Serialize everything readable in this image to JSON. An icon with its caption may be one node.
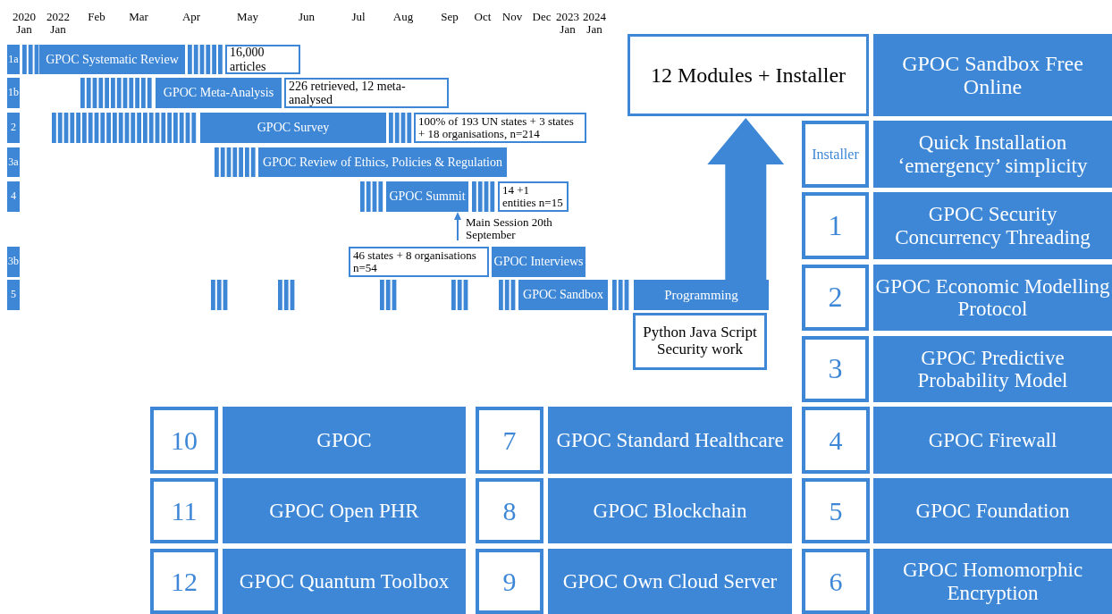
{
  "diagram": {
    "nodes": [
      {
        "text": [
          "1a"
        ]
      },
      {
        "text": [
          "GPOC Systematic Review"
        ]
      },
      {
        "text": [
          "16,000 articles"
        ]
      },
      {
        "text": [
          "1b"
        ]
      },
      {
        "text": [
          "GPOC Meta-Analysis"
        ]
      },
      {
        "text": [
          "226 retrieved, 12 meta-analysed"
        ]
      },
      {
        "text": [
          "2"
        ]
      },
      {
        "text": [
          "GPOC Survey"
        ]
      },
      {
        "text": [
          "100% of 193 UN states + 3 states + 18 organisations, n=214"
        ]
      },
      {
        "text": [
          "3a"
        ]
      },
      {
        "text": [
          "GPOC Review of Ethics, Policies & Regulation"
        ]
      },
      {
        "text": [
          "4"
        ]
      },
      {
        "text": [
          "GPOC Summit"
        ]
      },
      {
        "text": [
          "14 +1 entities n=15"
        ]
      },
      {
        "text": [
          "Main Session 20th September"
        ]
      },
      {
        "text": [
          "3b"
        ]
      },
      {
        "text": [
          "46 states + 8 organisations n=54"
        ]
      },
      {
        "text": [
          "GPOC Interviews"
        ]
      },
      {
        "text": [
          "5"
        ]
      },
      {
        "text": [
          "GPOC Sandbox"
        ]
      },
      {
        "text": [
          "Programming"
        ]
      },
      {
        "text": [
          "Python Java Script Security work"
        ]
      },
      {
        "text": [
          "12 Modules + Installer"
        ]
      },
      {
        "text": [
          "GPOC Sandbox Free Online"
        ]
      },
      {
        "text": [
          "Installer"
        ]
      },
      {
        "text": [
          "Quick Installation ‘emergency’ simplicity"
        ]
      },
      {
        "text": [
          "1"
        ]
      },
      {
        "text": [
          "GPOC Security Concurrency Threading"
        ]
      },
      {
        "text": [
          "2"
        ]
      },
      {
        "text": [
          "GPOC Economic Modelling Protocol"
        ]
      },
      {
        "text": [
          "3"
        ]
      },
      {
        "text": [
          "GPOC Predictive Probability Model"
        ]
      },
      {
        "text": [
          "10"
        ]
      },
      {
        "text": [
          "GPOC"
        ]
      },
      {
        "text": [
          "7"
        ]
      },
      {
        "text": [
          "GPOC Standard Healthcare"
        ]
      },
      {
        "text": [
          "4"
        ]
      },
      {
        "text": [
          "GPOC Firewall"
        ]
      },
      {
        "text": [
          "11"
        ]
      },
      {
        "text": [
          "GPOC Open PHR"
        ]
      },
      {
        "text": [
          "8"
        ]
      },
      {
        "text": [
          "GPOC Blockchain"
        ]
      },
      {
        "text": [
          "5"
        ]
      },
      {
        "text": [
          "GPOC Foundation"
        ]
      },
      {
        "text": [
          "12"
        ]
      },
      {
        "text": [
          "GPOC Quantum Toolbox"
        ]
      },
      {
        "text": [
          "9"
        ]
      },
      {
        "text": [
          "GPOC Own Cloud Server"
        ]
      },
      {
        "text": [
          "6"
        ]
      },
      {
        "text": [
          "GPOC Homomorphic Encryption"
        ]
      }
    ],
    "edges": [
      {
        "from": 14,
        "to": 12,
        "arrow": "to"
      },
      {
        "from": 20,
        "to": 22,
        "arrow": "to",
        "style": "thick"
      }
    ],
    "labels": [
      "2020 Jan",
      "2022 Jan",
      "Feb",
      "Mar",
      "Apr",
      "May",
      "Jun",
      "Jul",
      "Aug",
      "Sep",
      "Oct",
      "Nov",
      "Dec",
      "2023 Jan",
      "2024 Jan"
    ]
  }
}
